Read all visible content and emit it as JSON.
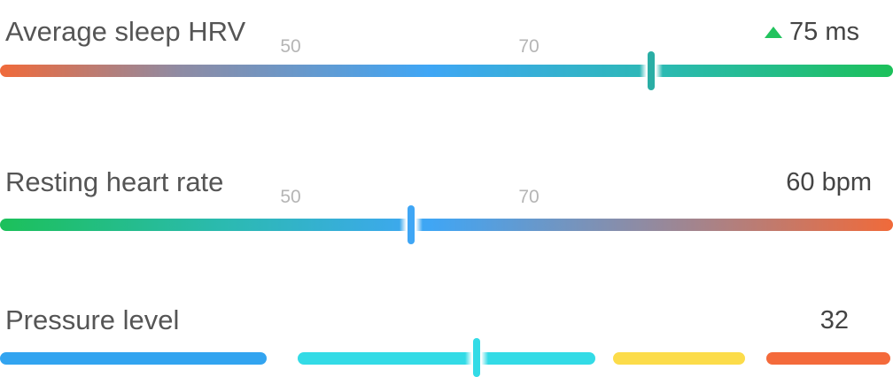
{
  "hrv": {
    "title": "Average sleep HRV",
    "value": "75 ms",
    "trend_icon": "triangle-up-icon",
    "trend_color": "#22c35e",
    "ticks": [
      "50",
      "70"
    ],
    "marker_color": "#2aaea5"
  },
  "rhr": {
    "title": "Resting heart rate",
    "value": "60 bpm",
    "ticks": [
      "50",
      "70"
    ],
    "marker_color": "#3fa6f5"
  },
  "pressure": {
    "title": "Pressure level",
    "value": "32",
    "segment_colors": [
      "#32a4f0",
      "#33dbe6",
      "#fcdc4a",
      "#f46a3b"
    ],
    "marker_color": "#33dbe6"
  },
  "colors": {
    "title_text": "#555555",
    "value_text": "#444444",
    "tick_text": "#b5b5b5"
  }
}
